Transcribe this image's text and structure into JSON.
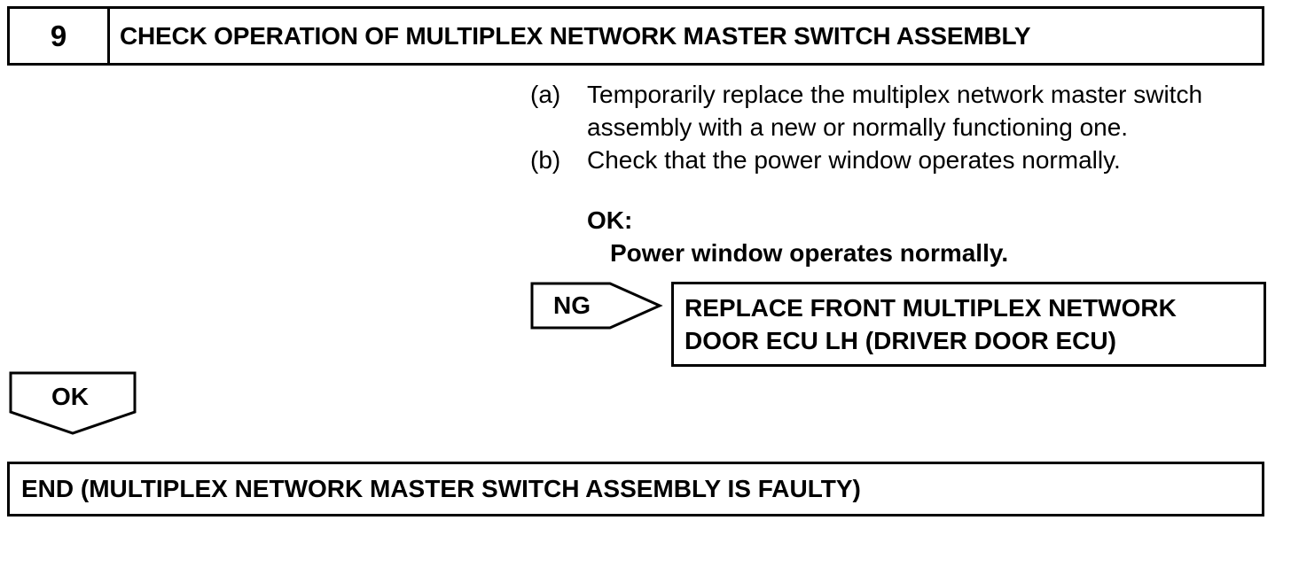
{
  "step": {
    "number": "9",
    "title": "CHECK OPERATION OF MULTIPLEX NETWORK MASTER SWITCH ASSEMBLY"
  },
  "instructions": [
    {
      "label": "(a)",
      "lines": [
        "Temporarily replace the multiplex network master switch",
        "assembly with a new or normally functioning one."
      ]
    },
    {
      "label": "(b)",
      "lines": [
        "Check that the power window operates normally."
      ]
    }
  ],
  "ok_criteria": {
    "heading": "OK:",
    "detail": "Power window operates normally."
  },
  "ng_branch": {
    "label": "NG",
    "result_lines": [
      "REPLACE FRONT MULTIPLEX NETWORK",
      "DOOR ECU LH (DRIVER DOOR ECU)"
    ]
  },
  "ok_branch": {
    "label": "OK"
  },
  "end": {
    "text": "END (MULTIPLEX NETWORK MASTER SWITCH ASSEMBLY IS FAULTY)"
  }
}
